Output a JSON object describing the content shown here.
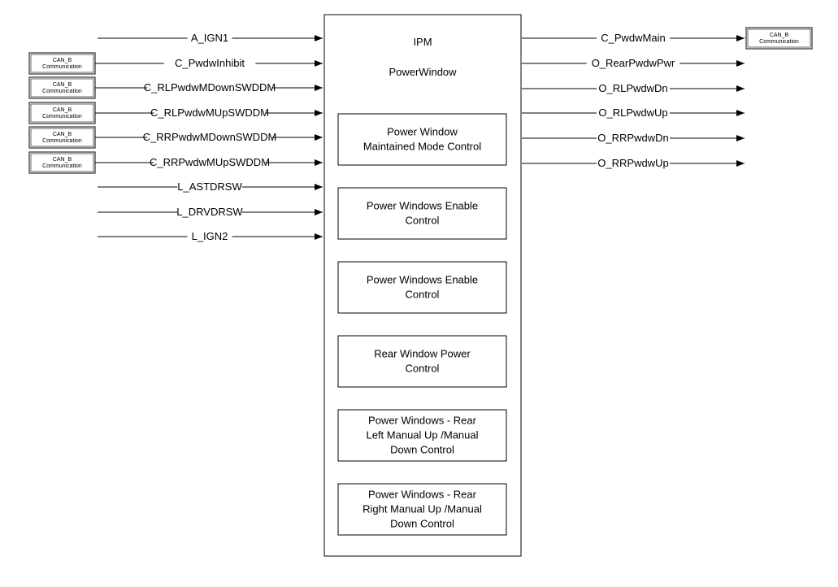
{
  "ipm": {
    "title": "IPM",
    "subtitle": "PowerWindow"
  },
  "inputs": [
    {
      "label": "A_IGN1",
      "source": null
    },
    {
      "label": "C_PwdwInhibit",
      "source": [
        "CAN_B",
        "Communication"
      ]
    },
    {
      "label": "C_RLPwdwMDownSWDDM",
      "source": [
        "CAN_B",
        "Communication"
      ]
    },
    {
      "label": "C_RLPwdwMUpSWDDM",
      "source": [
        "CAN_B",
        "Communication"
      ]
    },
    {
      "label": "C_RRPwdwMDownSWDDM",
      "source": [
        "CAN_B",
        "Communication"
      ]
    },
    {
      "label": "C_RRPwdwMUpSWDDM",
      "source": [
        "CAN_B",
        "Communication"
      ]
    },
    {
      "label": "L_ASTDRSW",
      "source": null
    },
    {
      "label": "L_DRVDRSW",
      "source": null
    },
    {
      "label": "L_IGN2",
      "source": null
    }
  ],
  "outputs": [
    {
      "label": "C_PwdwMain",
      "target": [
        "CAN_B",
        "Communication"
      ]
    },
    {
      "label": "O_RearPwdwPwr",
      "target": null
    },
    {
      "label": "O_RLPwdwDn",
      "target": null
    },
    {
      "label": "O_RLPwdwUp",
      "target": null
    },
    {
      "label": "O_RRPwdwDn",
      "target": null
    },
    {
      "label": "O_RRPwdwUp",
      "target": null
    }
  ],
  "blocks": [
    [
      "Power Window",
      "Maintained Mode Control"
    ],
    [
      "Power Windows Enable",
      "Control"
    ],
    [
      "Power Windows Enable",
      "Control"
    ],
    [
      "Rear Window Power",
      "Control"
    ],
    [
      "Power Windows  - Rear",
      "Left Manual Up /Manual",
      "Down Control"
    ],
    [
      "Power Windows  - Rear",
      "Right Manual Up  /Manual",
      "Down Control"
    ]
  ]
}
